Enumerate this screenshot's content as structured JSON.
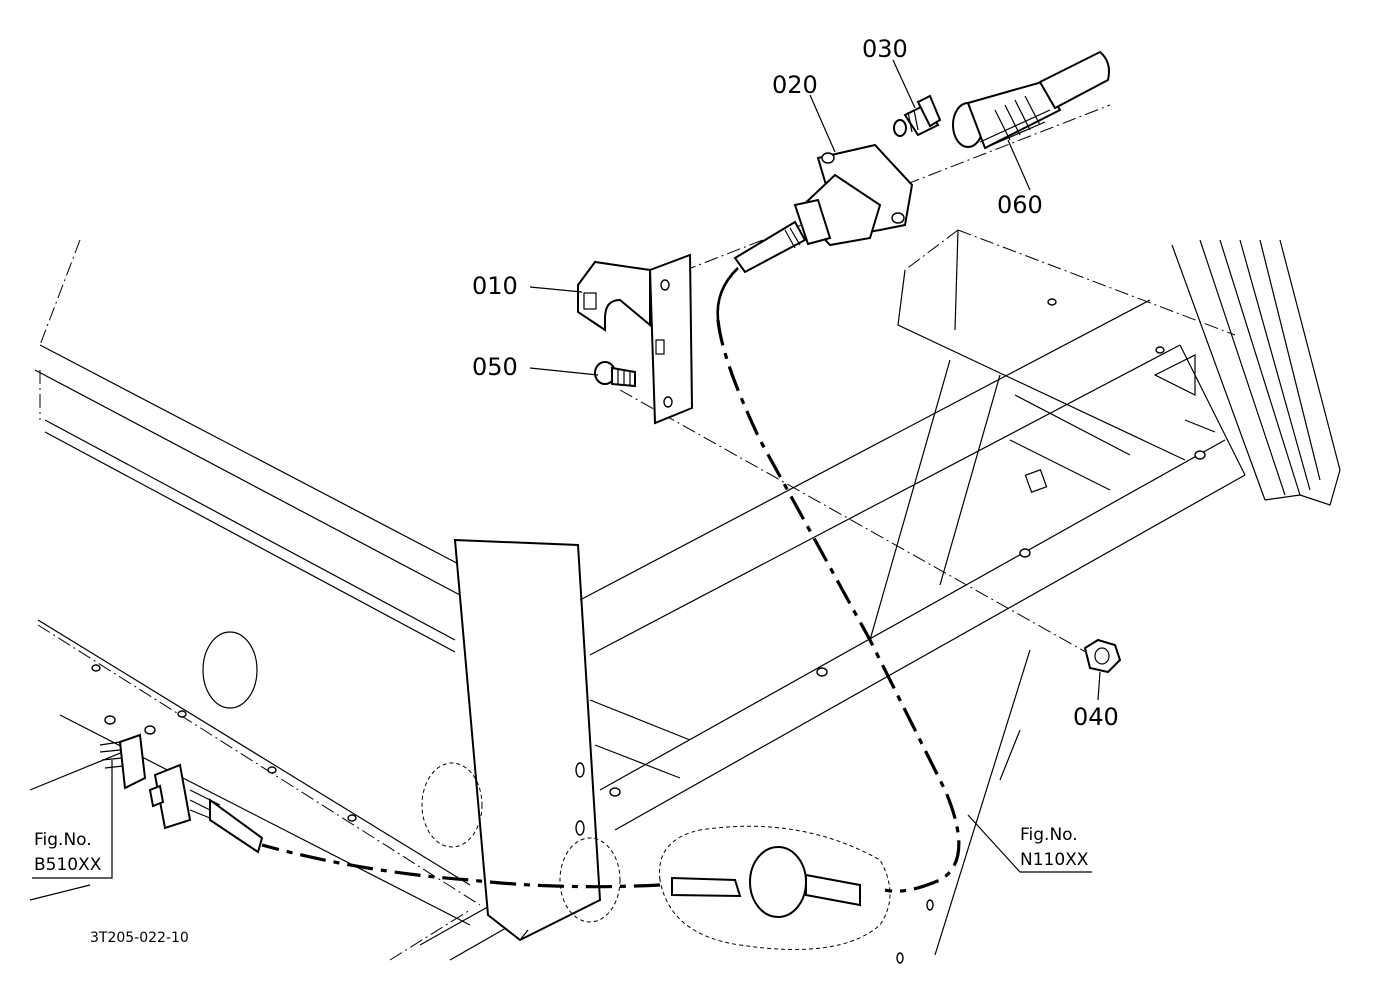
{
  "parts": [
    {
      "ref": "010"
    },
    {
      "ref": "020"
    },
    {
      "ref": "030"
    },
    {
      "ref": "040"
    },
    {
      "ref": "050"
    },
    {
      "ref": "060"
    }
  ],
  "references": [
    {
      "line1": "Fig.No.",
      "line2": "B510XX"
    },
    {
      "line1": "Fig.No.",
      "line2": "N110XX"
    }
  ],
  "drawing_code": "3T205-022-10"
}
